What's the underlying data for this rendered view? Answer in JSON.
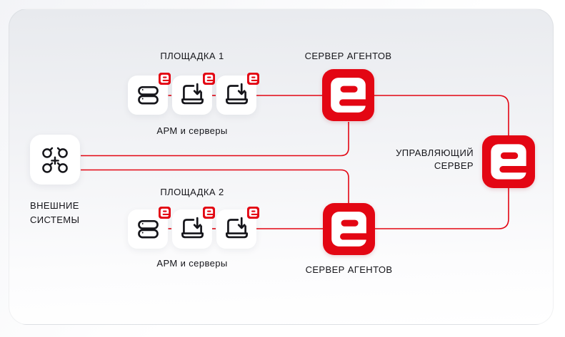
{
  "colors": {
    "accent_red": "#E30613",
    "text_dark": "#15151A"
  },
  "sites": {
    "site1": {
      "title": "ПЛОЩАДКА 1",
      "caption": "АРМ и серверы"
    },
    "site2": {
      "title": "ПЛОЩАДКА 2",
      "caption": "АРМ и серверы"
    }
  },
  "agent_server_top": {
    "label": "СЕРВЕР АГЕНТОВ"
  },
  "agent_server_bottom": {
    "label": "СЕРВЕР АГЕНТОВ"
  },
  "management_server": {
    "line1": "УПРАВЛЯЮЩИЙ",
    "line2": "СЕРВЕР"
  },
  "external_systems": {
    "line1": "ВНЕШНИЕ",
    "line2": "СИСТЕМЫ"
  },
  "icons": {
    "e_logo": "e-logo-icon",
    "e_badge": "e-logo-badge-icon",
    "server_stack": "server-stack-icon",
    "laptop_download": "laptop-download-icon",
    "integration_hub": "integration-hub-icon"
  }
}
